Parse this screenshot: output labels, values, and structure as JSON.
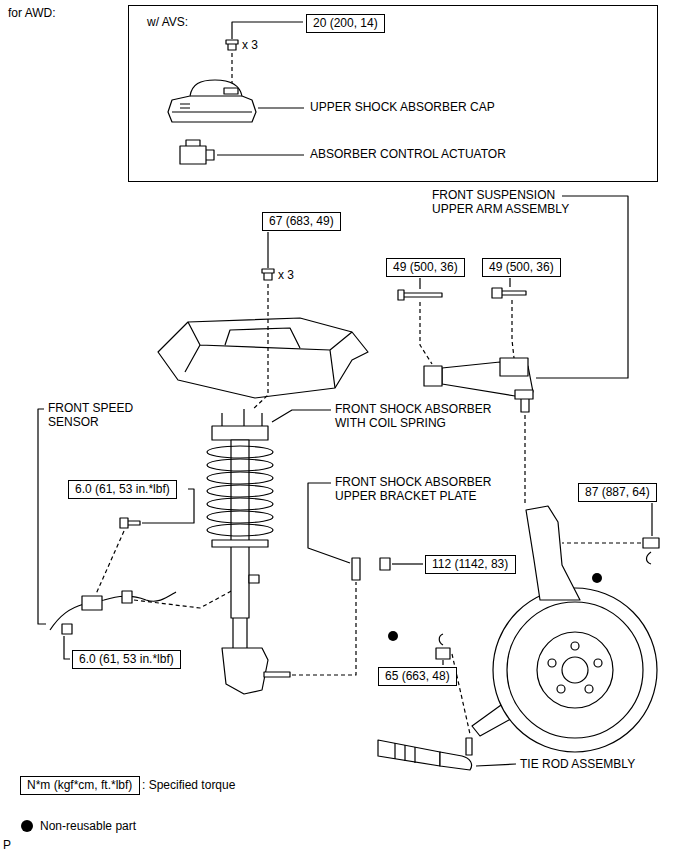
{
  "diagram": {
    "nodes": [
      {
        "text": [
          "w/ AVS:"
        ]
      },
      {
        "text": [
          "20 (200, 14)"
        ],
        "in": 0
      },
      {
        "text": [
          "67 (683, 49)"
        ]
      },
      {
        "text": [
          "49 (500, 36)"
        ]
      },
      {
        "text": [
          "49 (500, 36)"
        ]
      },
      {
        "text": [
          "6.0 (61, 53 in.*lbf)"
        ]
      },
      {
        "text": [
          "112 (1142, 83)"
        ]
      },
      {
        "text": [
          "87 (887, 64)"
        ]
      },
      {
        "text": [
          "6.0 (61, 53 in.*lbf)"
        ]
      },
      {
        "text": [
          "65 (663, 48)"
        ]
      },
      {
        "text": [
          "N*m (kgf*cm, ft.*lbf)"
        ]
      }
    ],
    "labels": [
      "for AWD:",
      "x 3",
      "UPPER SHOCK ABSORBER CAP",
      "ABSORBER CONTROL ACTUATOR",
      "FRONT SUSPENSION UPPER ARM ASSEMBLY",
      "x 3",
      "FRONT SPEED SENSOR",
      "FRONT SHOCK ABSORBER WITH COIL SPRING",
      "FRONT SHOCK ABSORBER UPPER BRACKET PLATE",
      "TIE ROD ASSEMBLY",
      ": Specified torque",
      "P"
    ],
    "legend": [
      {
        "text": "Non-reusable part"
      }
    ]
  }
}
